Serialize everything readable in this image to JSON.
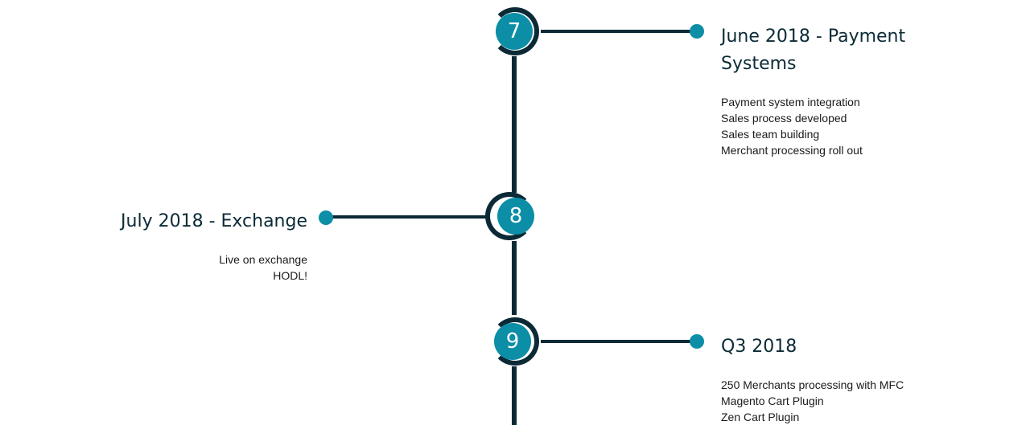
{
  "timeline": {
    "colors": {
      "spine": "#0b2a36",
      "node": "#0b8ea6",
      "dot": "#0b8ea6",
      "title": "#0b2a36"
    },
    "entries": [
      {
        "number": "7",
        "side": "right",
        "title": "June 2018 - Payment Systems",
        "items": [
          "Payment system integration",
          "Sales process developed",
          "Sales team building",
          "Merchant processing roll out"
        ]
      },
      {
        "number": "8",
        "side": "left",
        "title": "July 2018 - Exchange",
        "items": [
          "Live on exchange",
          "HODL!"
        ]
      },
      {
        "number": "9",
        "side": "right",
        "title": "Q3 2018",
        "items": [
          "250 Merchants processing with MFC",
          "Magento Cart Plugin",
          "Zen Cart Plugin"
        ]
      }
    ]
  }
}
